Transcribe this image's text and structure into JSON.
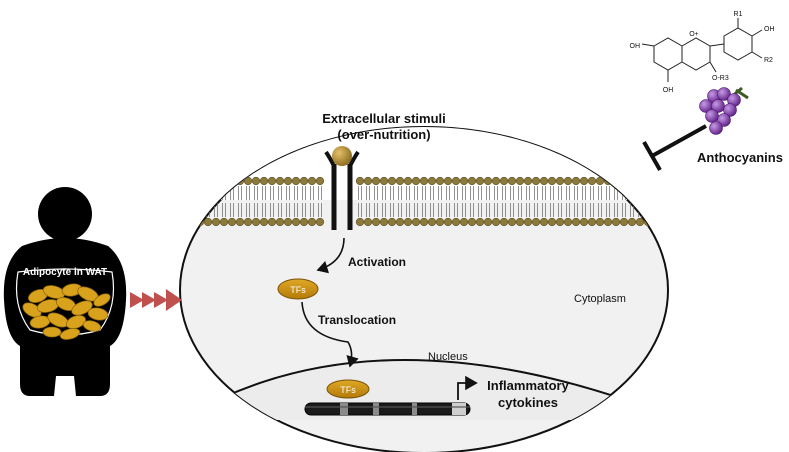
{
  "labels": {
    "extracellular_line1": "Extracellular stimuli",
    "extracellular_line2": "(over-nutrition)",
    "activation": "Activation",
    "translocation": "Translocation",
    "cytoplasm": "Cytoplasm",
    "nucleus": "Nucleus",
    "tfs_cytoplasm": "TFs",
    "tfs_nucleus": "TFs",
    "inflammatory_line1": "Inflammatory",
    "inflammatory_line2": "cytokines",
    "adipocyte": "Adipocyte in WAT",
    "anthocyanins": "Anthocyanins"
  },
  "molecule": {
    "oh_left": "OH",
    "o_plus": "O+",
    "r1": "R1",
    "oh_right": "OH",
    "r2": "R2",
    "o_r3": "O-R3",
    "oh_bottom": "OH"
  },
  "colors": {
    "gold": "#b58a12",
    "tf_fill": "#c98f0e",
    "membrane_bead": "#8c7a3c",
    "grape": "#7a2da3",
    "stem": "#3f5a24",
    "arrow_red": "#c0504d",
    "dark": "#111111"
  }
}
